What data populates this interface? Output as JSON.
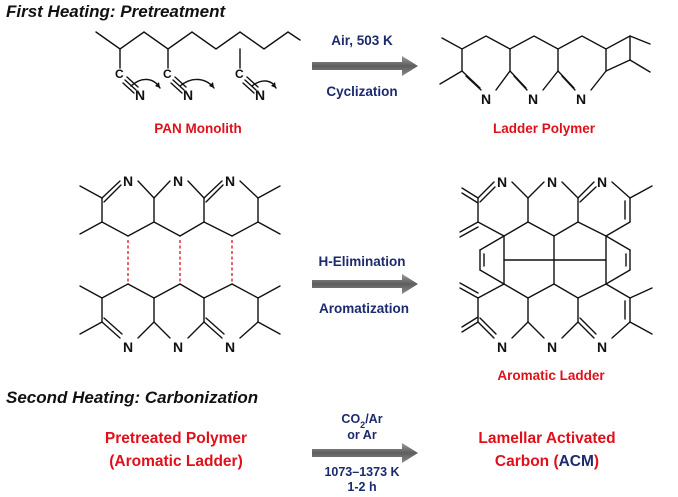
{
  "headings": {
    "first": "First Heating: Pretreatment",
    "second": "Second Heating: Carbonization"
  },
  "step1": {
    "condition_top": "Air, 503 K",
    "condition_bottom": "Cyclization",
    "reactant_label": "PAN Monolith",
    "product_label": "Ladder Polymer"
  },
  "step2": {
    "condition_top": "H-Elimination",
    "condition_bottom": "Aromatization",
    "product_label": "Aromatic Ladder"
  },
  "step3": {
    "condition_top_main": "CO",
    "condition_top_sub": "2",
    "condition_top_rest": "/Ar",
    "condition_top_line2": "or Ar",
    "condition_bottom_line1": "1073–1373  K",
    "condition_bottom_line2": "1-2 h",
    "reactant_line1": "Pretreated Polymer",
    "reactant_line2": "(Aromatic  Ladder)",
    "product_line1": "Lamellar Activated",
    "product_line2_pre": "Carbon (",
    "product_line2_abbr": "ACM",
    "product_line2_post": ")"
  },
  "atoms": {
    "nitrogen": "N",
    "carbon": "C"
  },
  "colors": {
    "label_red": "#e0101b",
    "label_blue": "#1c2a6e",
    "arrow": "#6f6f6f"
  }
}
